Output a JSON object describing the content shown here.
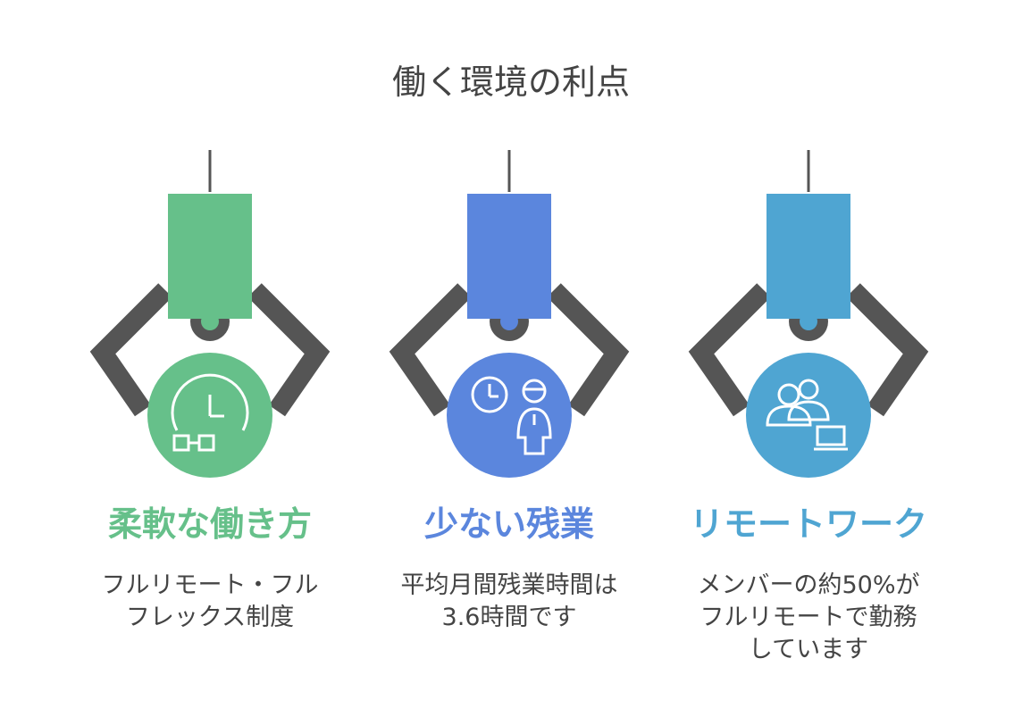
{
  "title": "働く環境の利点",
  "colors": {
    "claw": "#555555",
    "text": "#444444"
  },
  "cards": [
    {
      "heading": "柔軟な働き方",
      "description": "フルリモート・フル\nフレックス制度",
      "color": "#66c08a",
      "icon": "clock-flex-icon"
    },
    {
      "heading": "少ない残業",
      "description": "平均月間残業時間は\n3.6時間です",
      "color": "#5b86dd",
      "icon": "clock-person-icon"
    },
    {
      "heading": "リモートワーク",
      "description": "メンバーの約50%が\nフルリモートで勤務\nしています",
      "color": "#4fa5d2",
      "icon": "remote-users-laptop-icon"
    }
  ]
}
